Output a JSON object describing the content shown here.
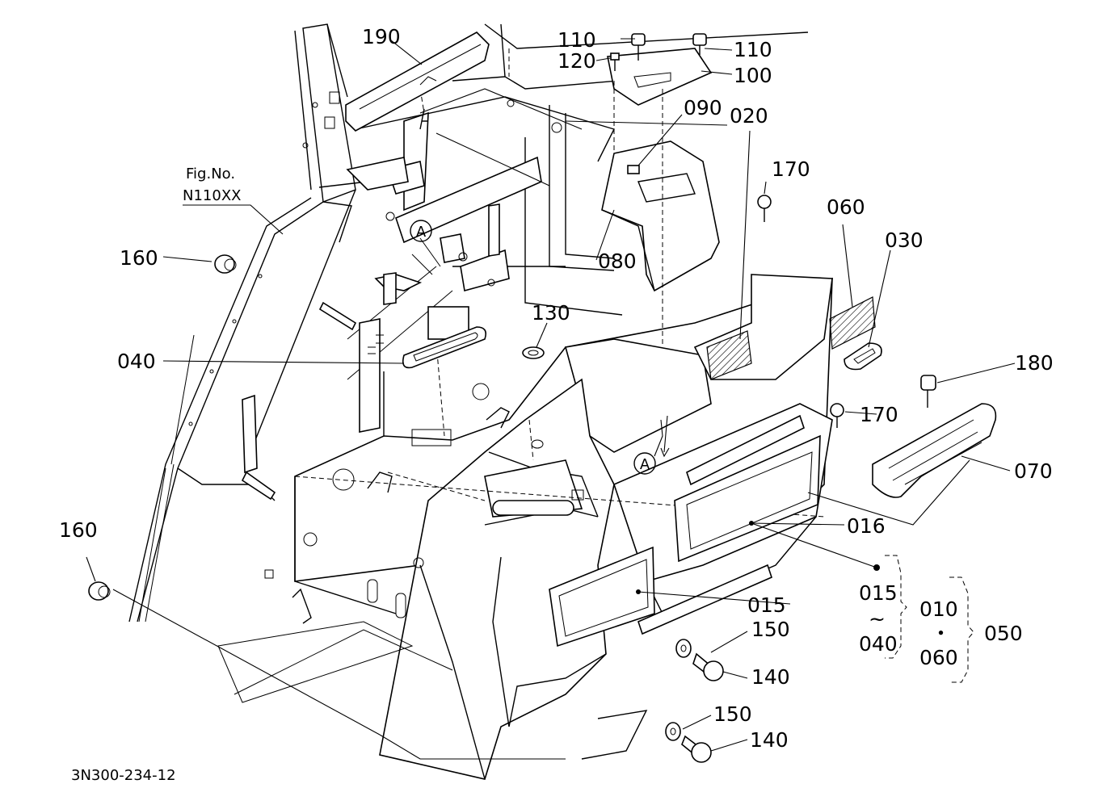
{
  "figure": {
    "ref_line1": "Fig.No.",
    "ref_line2": "N110XX",
    "code": "3N300-234-12"
  },
  "callouts": {
    "c190": "190",
    "c110a": "110",
    "c110b": "110",
    "c120": "120",
    "c100": "100",
    "c090": "090",
    "c020": "020",
    "c170a": "170",
    "c060": "060",
    "c030": "030",
    "c080": "080",
    "c160a": "160",
    "c130": "130",
    "c040": "040",
    "c180": "180",
    "c170b": "170",
    "c070": "070",
    "c016": "016",
    "c160b": "160",
    "c015": "015",
    "c150a": "150",
    "c140a": "140",
    "c150b": "150",
    "c140b": "140"
  },
  "detail_marks": {
    "a1": "A",
    "a2": "A"
  },
  "kit_groups": {
    "range_from": "015",
    "range_sep": "~",
    "range_to": "040",
    "kit_010": "010",
    "kit_dot": "・",
    "kit_060": "060",
    "kit_050": "050"
  }
}
